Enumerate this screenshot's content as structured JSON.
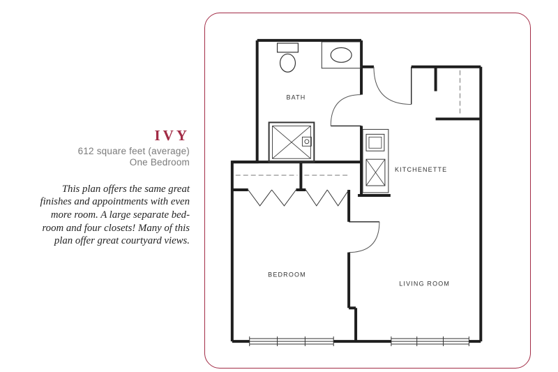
{
  "page": {
    "title": "IVY",
    "size_text": "612 square feet (average)",
    "type_text": "One Bedroom",
    "description_lines": [
      "This plan offers the same great",
      "finishes and appointments with even",
      "more room. A large separate bed-",
      "room and four closets! Many of this",
      "plan offer great courtyard views."
    ]
  },
  "floorplan": {
    "labels": {
      "bath": "BATH",
      "kitchenette": "KITCHENETTE",
      "bedroom": "BEDROOM",
      "living_room": "LIVING ROOM"
    }
  },
  "colors": {
    "accent": "#a22c46",
    "subtitle_gray": "#7b7b7b"
  }
}
